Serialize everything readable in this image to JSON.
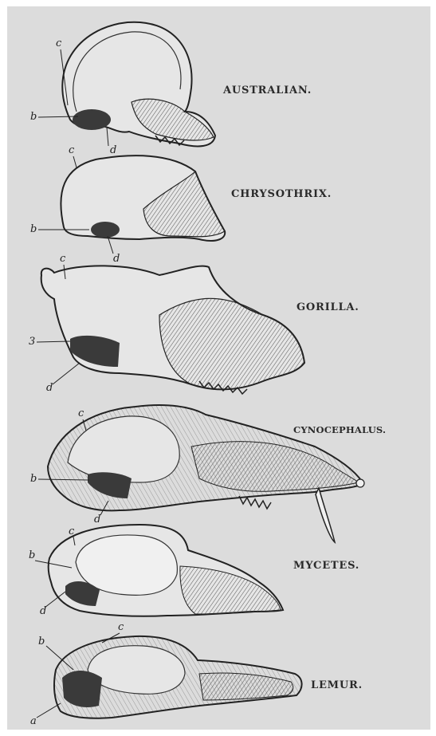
{
  "plate": {
    "background": "#dcdcdc",
    "ink": "#2a2a2a"
  },
  "skulls": [
    {
      "name": "AUSTRALIAN.",
      "markers": [
        "c",
        "b",
        "d"
      ]
    },
    {
      "name": "CHRYSOTHRIX.",
      "markers": [
        "c",
        "b",
        "d"
      ]
    },
    {
      "name": "GORILLA.",
      "markers": [
        "c",
        "3",
        "d"
      ]
    },
    {
      "name": "CYNOCEPHALUS.",
      "markers": [
        "c",
        "b",
        "d"
      ]
    },
    {
      "name": "MYCETES.",
      "markers": [
        "c",
        "b",
        "d"
      ]
    },
    {
      "name": "LEMUR.",
      "markers": [
        "b",
        "c",
        "a"
      ]
    }
  ]
}
